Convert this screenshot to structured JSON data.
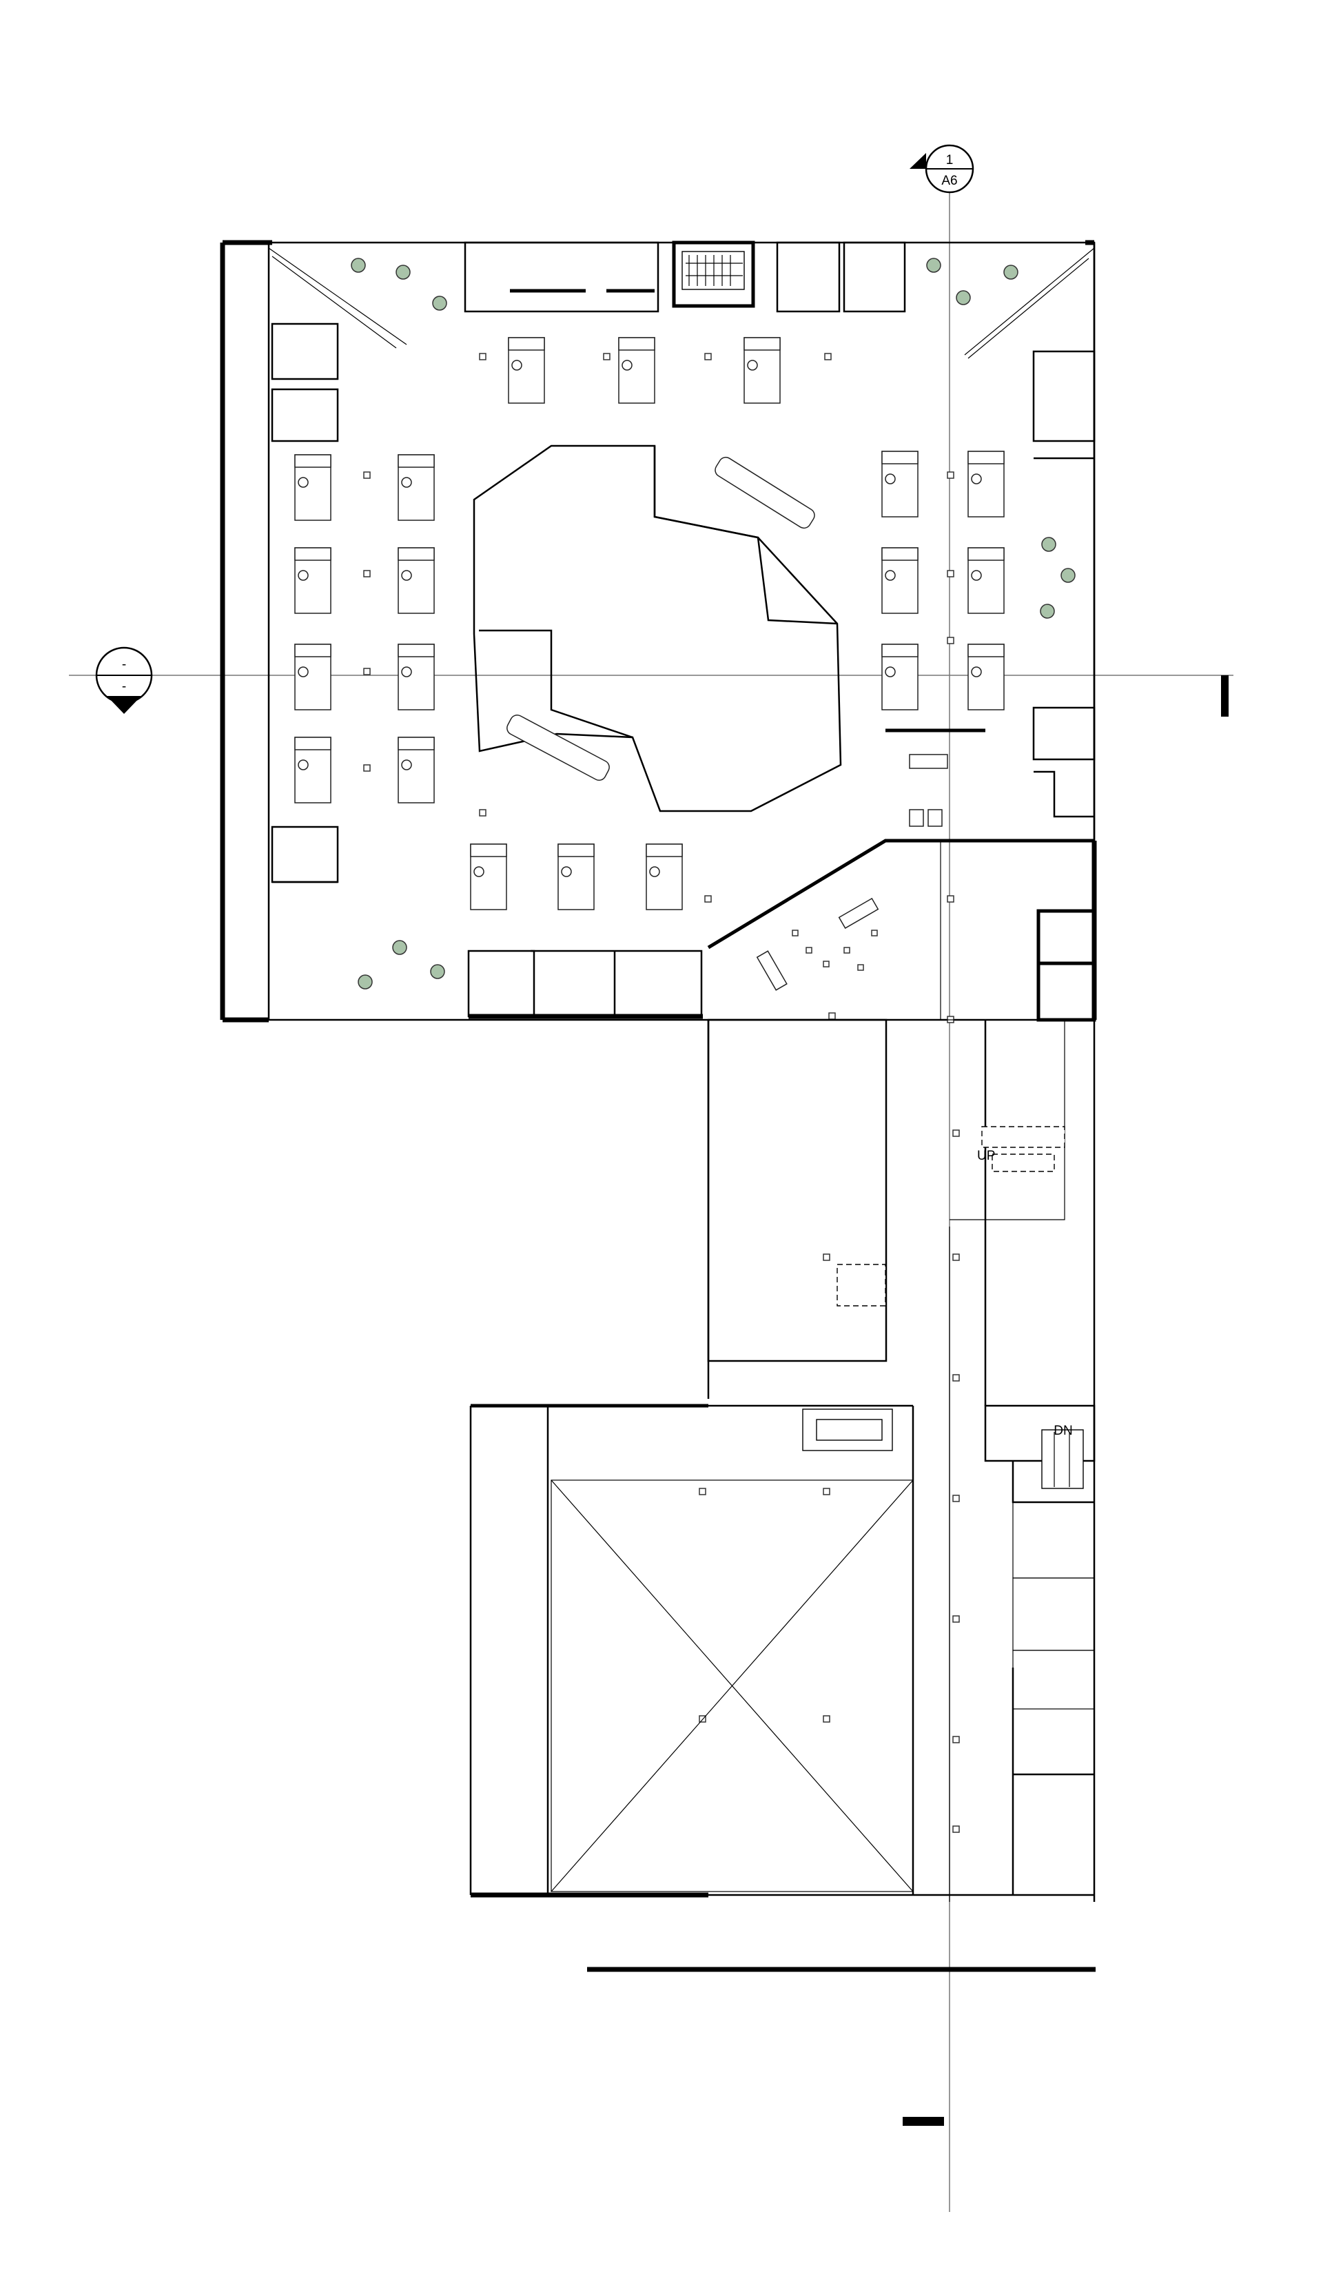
{
  "section_tag": {
    "number": "1",
    "sheet": "A6"
  },
  "elevation_tag": {
    "top": "-",
    "bottom": "-"
  },
  "stair_label": "DN",
  "stair_label_up": "UP",
  "colors": {
    "linework": "#000000",
    "plant": "#a9c3a9",
    "gridline": "#777777"
  },
  "icons": [
    "section-marker-icon",
    "elevation-marker-icon",
    "north-bar-icon"
  ]
}
